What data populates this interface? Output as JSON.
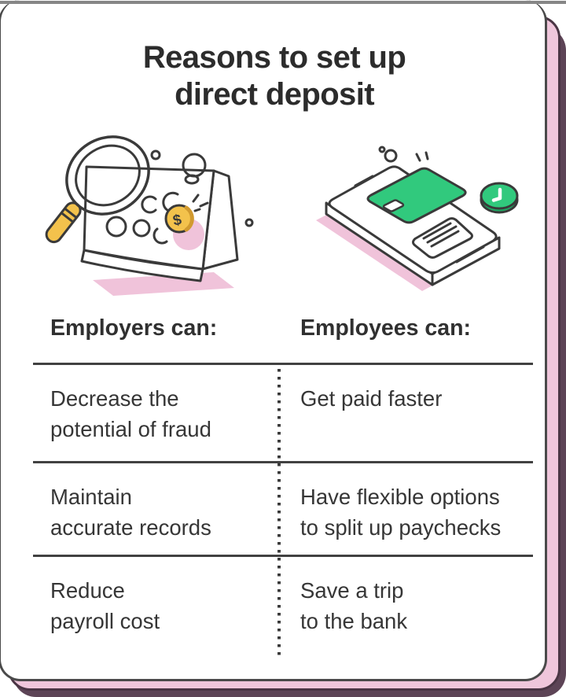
{
  "page": {
    "title": "Reasons to set up\ndirect deposit"
  },
  "illustrations": {
    "left_name": "magnifying-glass-over-calendar",
    "right_name": "phone-with-debit-card-and-clock",
    "coin_symbol": "$"
  },
  "table": {
    "headers": {
      "employers": "Employers can:",
      "employees": "Employees can:"
    },
    "rows": [
      {
        "employers": "Decrease the\npotential of fraud",
        "employees": "Get paid faster"
      },
      {
        "employers": "Maintain\naccurate records",
        "employees": "Have flexible options\nto split up paychecks"
      },
      {
        "employers": "Reduce\npayroll cost",
        "employees": "Save a trip\nto the bank"
      }
    ]
  },
  "colors": {
    "pink": "#efc6db",
    "pink_outline": "#4a3544",
    "dark_plum": "#5d4456",
    "card_outline": "#4a4a4a",
    "title": "#2c2c2c",
    "text": "#363636",
    "rule": "#414141",
    "line": "#3a3a3a",
    "green": "#31c97d",
    "green_dark": "#1fa863",
    "gold": "#f3c24c",
    "gold_dark": "#d19a2f",
    "illo_pink": "#f0c3da"
  }
}
